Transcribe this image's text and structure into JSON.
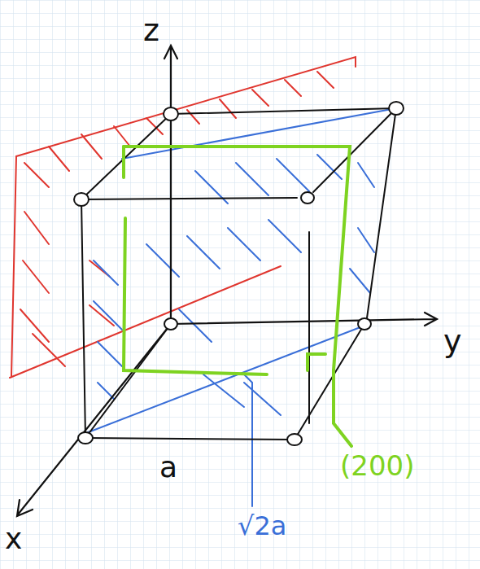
{
  "diagram": {
    "labels": [
      "z",
      "y",
      "x",
      "a",
      "√2a",
      "(200)"
    ]
  }
}
